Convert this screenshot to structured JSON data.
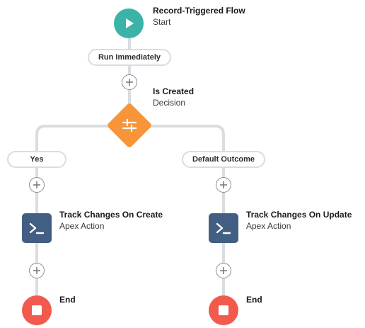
{
  "colors": {
    "start": "#3bb3a8",
    "decision": "#f8953a",
    "apex": "#435e83",
    "end": "#f15a4d",
    "connector": "#d9dde2"
  },
  "start": {
    "title": "Record-Triggered Flow",
    "subtitle": "Start",
    "icon": "play-icon"
  },
  "run_path_label": "Run Immediately",
  "decision": {
    "title": "Is Created",
    "subtitle": "Decision",
    "icon": "decision-icon"
  },
  "branches": [
    {
      "outcome_label": "Yes",
      "action": {
        "title": "Track Changes On Create",
        "subtitle": "Apex Action",
        "icon": "apex-terminal-icon"
      },
      "end_label": "End"
    },
    {
      "outcome_label": "Default Outcome",
      "action": {
        "title": "Track Changes On Update",
        "subtitle": "Apex Action",
        "icon": "apex-terminal-icon"
      },
      "end_label": "End"
    }
  ]
}
